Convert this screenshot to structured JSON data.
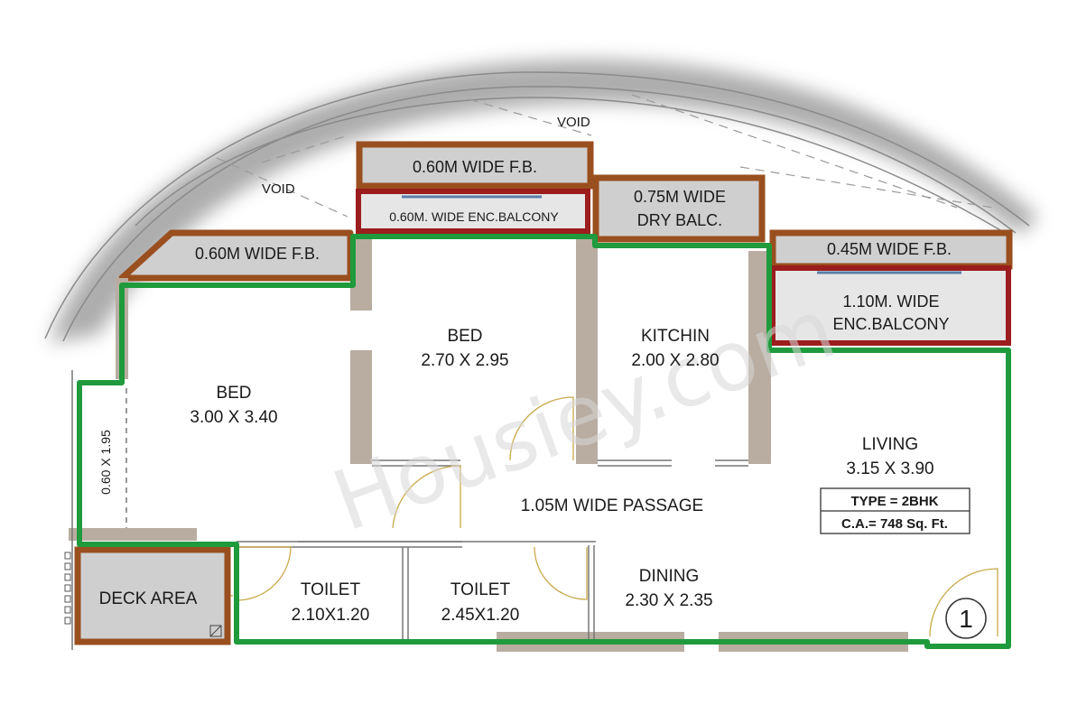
{
  "watermark": "Housiey.com",
  "voids": [
    "VOID",
    "VOID"
  ],
  "top_fb": "0.60M WIDE F.B.",
  "top_enc_balcony": "0.60M. WIDE ENC.BALCONY",
  "left_fb": "0.60M WIDE F.B.",
  "dry_balcony": {
    "line1": "0.75M WIDE",
    "line2": "DRY BALC."
  },
  "right_fb": "0.45M WIDE F.B.",
  "right_enc_balcony": {
    "line1": "1.10M. WIDE",
    "line2": "ENC.BALCONY"
  },
  "rooms": {
    "bed_left": {
      "name": "BED",
      "size": "3.00 X 3.40"
    },
    "bed_center": {
      "name": "BED",
      "size": "2.70 X 2.95"
    },
    "kitchen": {
      "name": "KITCHIN",
      "size": "2.00 X 2.80"
    },
    "living": {
      "name": "LIVING",
      "size": "3.15 X 3.90"
    },
    "dining": {
      "name": "DINING",
      "size": "2.30 X 2.35"
    },
    "toilet_1": {
      "name": "TOILET",
      "size": "2.10X1.20"
    },
    "toilet_2": {
      "name": "TOILET",
      "size": "2.45X1.20"
    },
    "deck": {
      "name": "DECK AREA"
    }
  },
  "passage": "1.05M WIDE PASSAGE",
  "side_ledge": "0.60 X 1.95",
  "info": {
    "type": "TYPE = 2BHK",
    "carpet_area": "C.A.= 748 Sq. Ft."
  },
  "unit_number": "1",
  "colors": {
    "outline": "#1f9a3c",
    "fb_border": "#9a4f1f",
    "enc_border": "#9b1d1d",
    "fill_grey": "#cfcfcf",
    "wall": "#b9ada1"
  }
}
